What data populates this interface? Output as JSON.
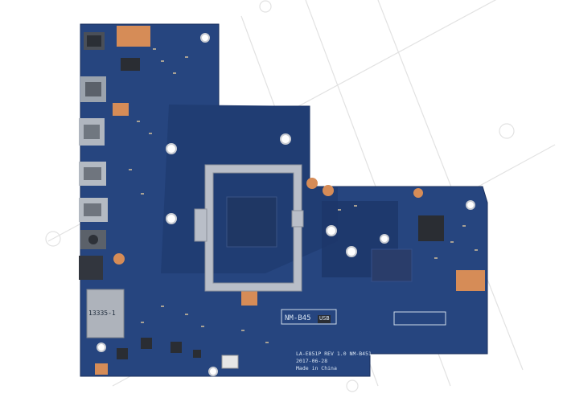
{
  "board": {
    "label_cpu_area": "NM-B45",
    "label_usb": "USB",
    "label_card": "13335-1",
    "label_bottom_1": "LA-E851P REV 1.0 NM-B451",
    "label_bottom_2": "2017-06-28",
    "label_bottom_3": "Made in China",
    "pcb_color": "#24437e",
    "pcb_dark": "#1b3466",
    "copper_color": "#d98f5b",
    "socket_color": "#b7bcc6"
  },
  "watermark": {
    "color": "#e6e6e6"
  }
}
